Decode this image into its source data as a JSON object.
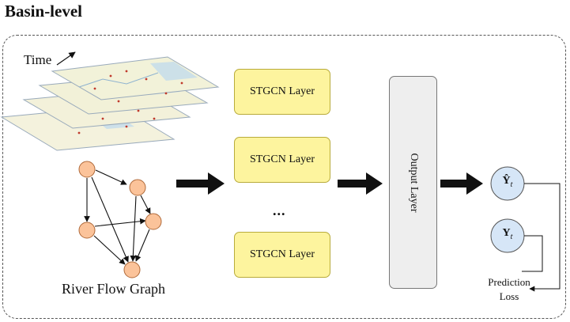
{
  "title": "Basin-level",
  "time_label": "Time",
  "graph_label": "River Flow Graph",
  "layers": [
    "STGCN Layer",
    "STGCN Layer",
    "STGCN Layer"
  ],
  "ellipsis": "...",
  "output_layer": "Output Layer",
  "y_hat": "Ŷ",
  "y_true": "Y",
  "subscript": "t",
  "loss_line1": "Prediction",
  "loss_line2": "Loss",
  "colors": {
    "stgcn_fill": "#fdf49e",
    "output_fill": "#eeeeee",
    "node_fill": "#fbc39a",
    "circle_fill": "#d6e6f7"
  }
}
